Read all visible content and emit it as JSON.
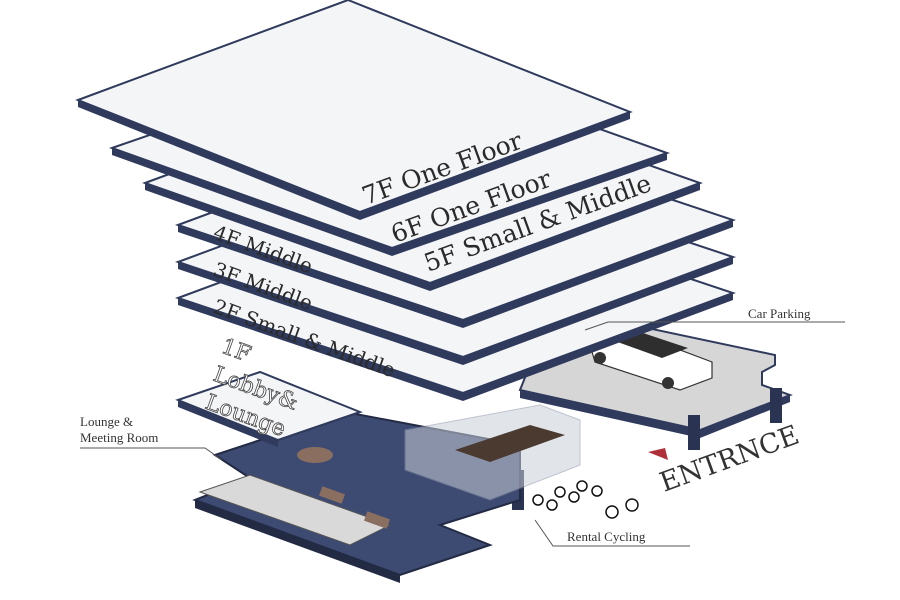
{
  "floors": [
    {
      "label": "7F One Floor"
    },
    {
      "label": "6F One Floor"
    },
    {
      "label": "5F Small & Middle"
    },
    {
      "label": "4F Middle"
    },
    {
      "label": "3F Middle"
    },
    {
      "label": "2F Small & Middle"
    }
  ],
  "ground_floor": {
    "line1": "1F",
    "line2": "Lobby&",
    "line3": "Lounge"
  },
  "callouts": {
    "car_parking": "Car Parking",
    "lounge_line1": "Lounge &",
    "lounge_line2": "Meeting Room",
    "rental_cycling": "Rental Cycling",
    "entrance": "ENTRNCE"
  },
  "colors": {
    "slab_edge": "#2f3a5c",
    "slab_top": "#f4f5f7",
    "lounge_floor": "#3d4a72",
    "parking": "#d8d8d8",
    "entrance_mark": "#b0303a"
  }
}
